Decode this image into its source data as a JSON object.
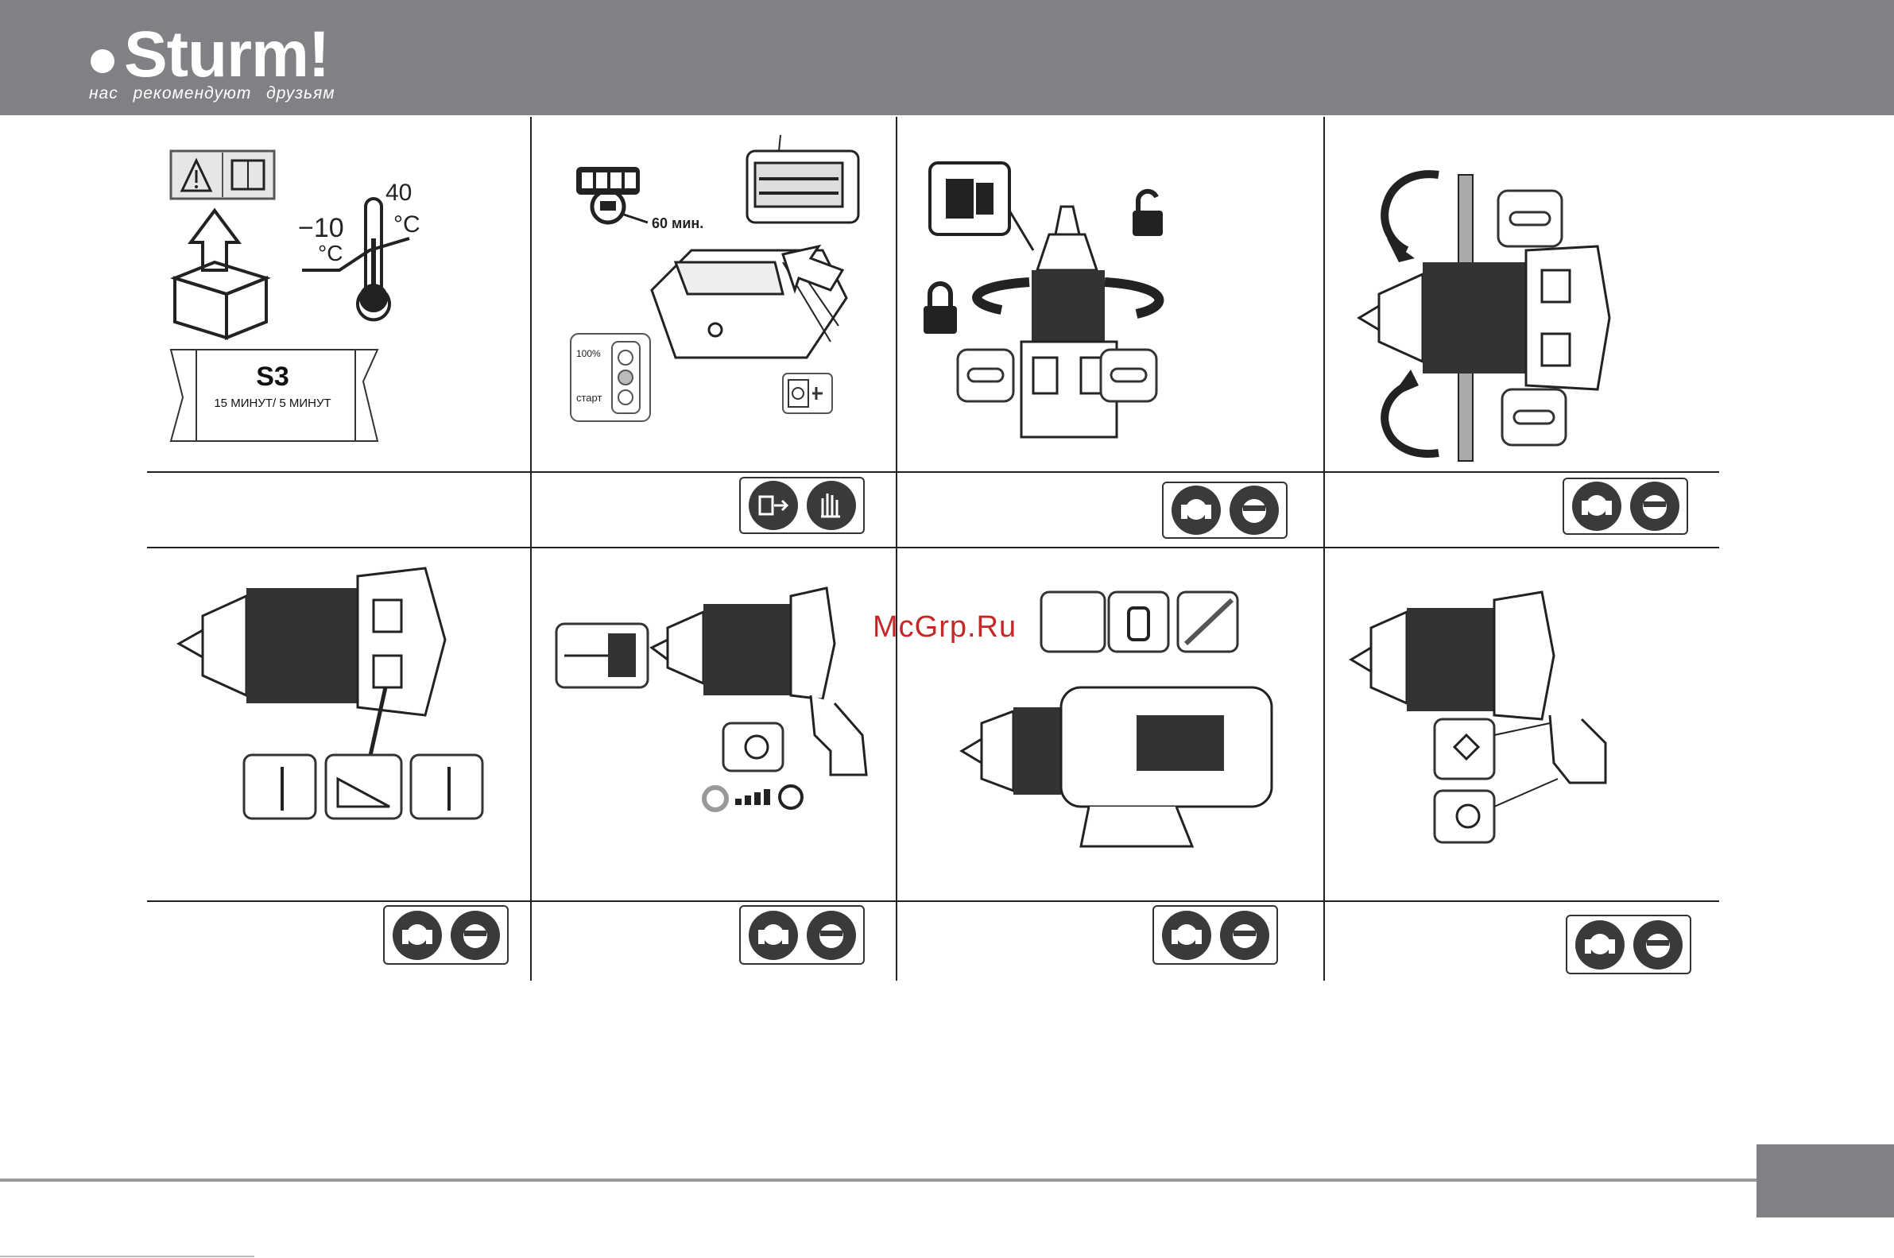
{
  "header": {
    "brand": "Sturm!",
    "slogan": "нас рекомендуют друзьям"
  },
  "panel1": {
    "temp_max": "40",
    "temp_min": "−10",
    "temp_unit": "°C",
    "duty_mode": "S3",
    "duty_cycle": "15 МИНУТ/ 5 МИНУТ"
  },
  "panel2": {
    "charge_time": "60 мин.",
    "level_full": "100%",
    "level_start": "старт"
  },
  "watermark": "McGrp.Ru",
  "icons": {
    "ppe_ear": "ear-protection-icon",
    "ppe_eye": "eye-protection-icon",
    "unplug": "unplug-icon",
    "gloves": "gloves-icon"
  },
  "colors": {
    "header": "#808184",
    "line": "#222222",
    "watermark": "#c62828"
  }
}
